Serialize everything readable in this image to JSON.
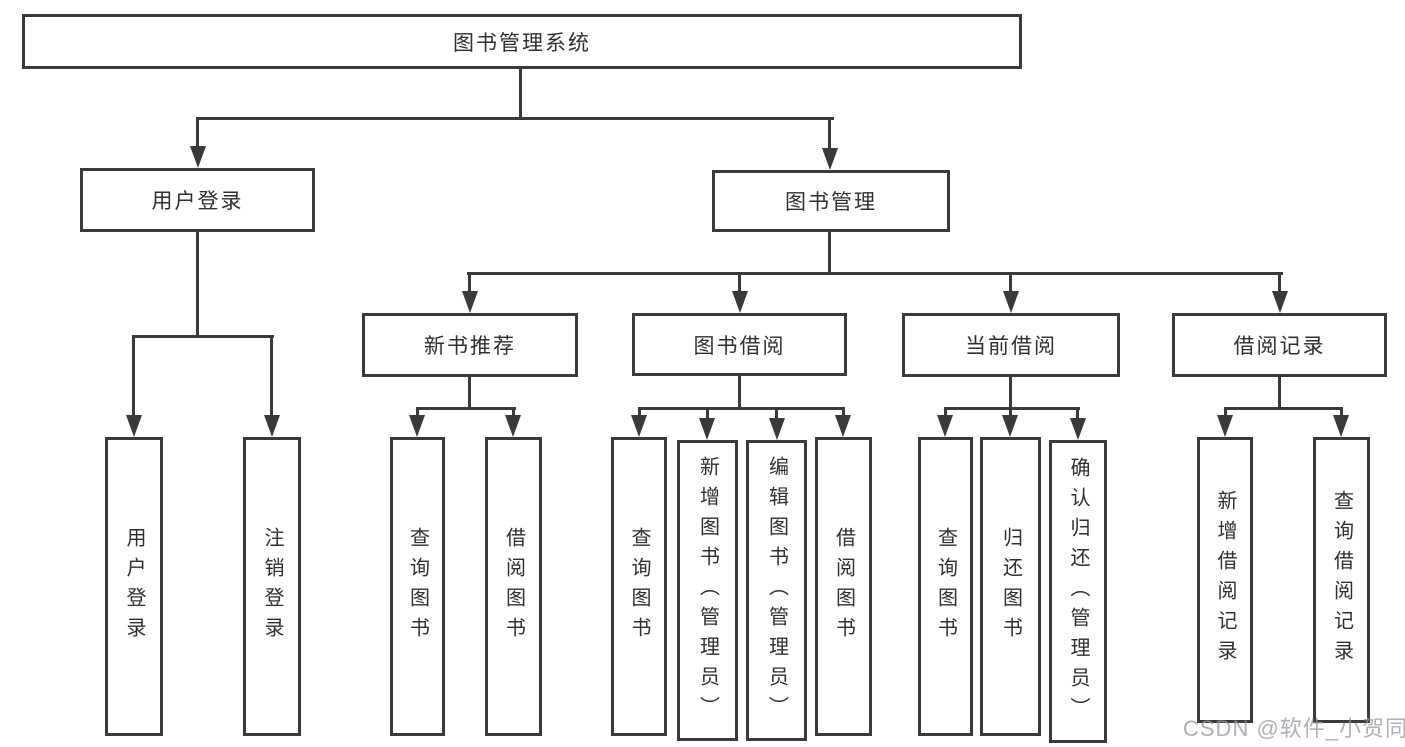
{
  "watermark": "CSDN @软件_小贺同学",
  "colors": {
    "line": "#3a3a3a",
    "text": "#2f2f2f",
    "background": "#ffffff",
    "watermark": "#9196a1"
  },
  "diagram": {
    "root": "图书管理系统",
    "level2": {
      "user_login": "用户登录",
      "book_management": "图书管理"
    },
    "user_login_children": [
      "用户登录",
      "注销登录"
    ],
    "book_management_children": [
      "新书推荐",
      "图书借阅",
      "当前借阅",
      "借阅记录"
    ],
    "new_book_children": [
      "查询图书",
      "借阅图书"
    ],
    "book_borrow_children": [
      "查询图书",
      "新增图书（管理员）",
      "编辑图书（管理员）",
      "借阅图书"
    ],
    "current_borrow_children": [
      "查询图书",
      "归还图书",
      "确认归还（管理员）"
    ],
    "borrow_record_children": [
      "新增借阅记录",
      "查询借阅记录"
    ]
  }
}
